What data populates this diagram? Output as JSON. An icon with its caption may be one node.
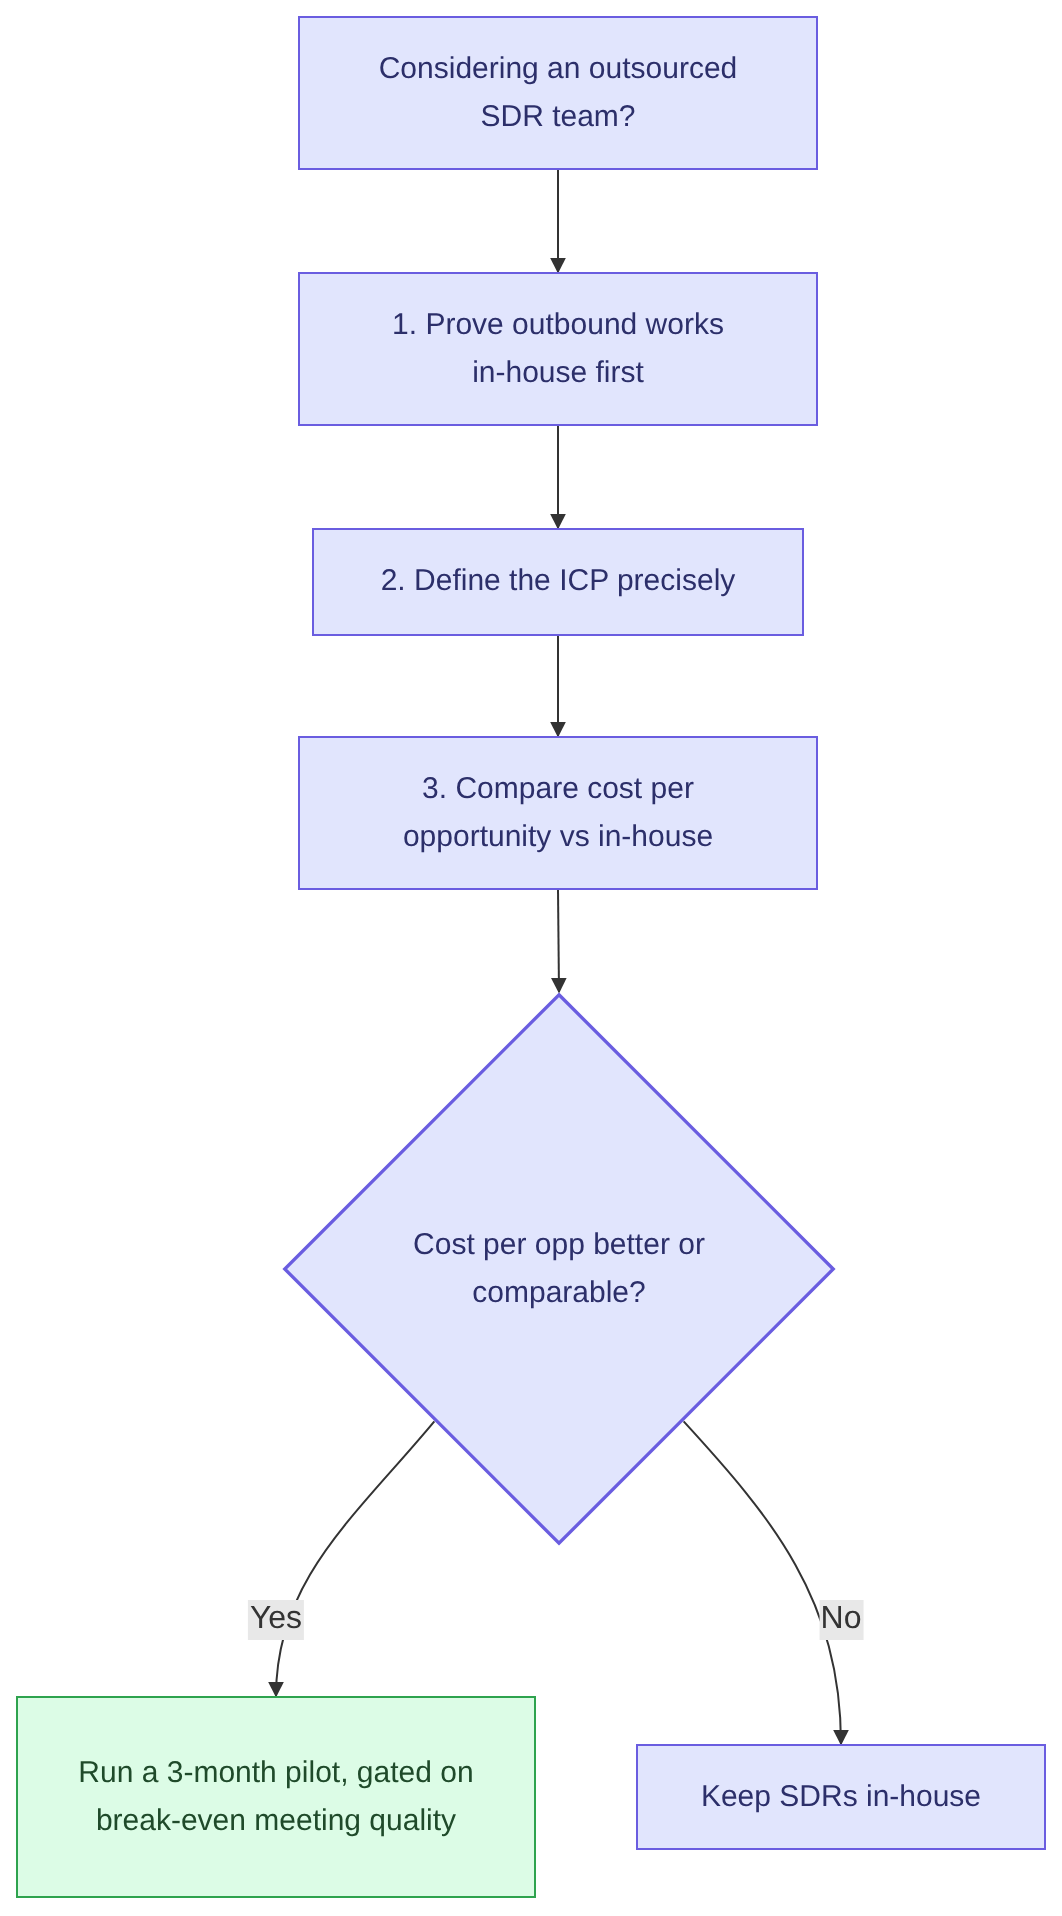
{
  "diagram": {
    "nodes": [
      {
        "text": [
          "Considering an outsourced SDR team?"
        ]
      },
      {
        "text": [
          "1. Prove outbound works in-house first"
        ]
      },
      {
        "text": [
          "2. Define the ICP precisely"
        ]
      },
      {
        "text": [
          "3. Compare cost per opportunity vs in-house"
        ]
      },
      {
        "text": [
          "Cost per opp better or comparable?"
        ]
      },
      {
        "text": [
          "Run a 3-month pilot, gated on break-even meeting quality"
        ]
      },
      {
        "text": [
          "Keep SDRs in-house"
        ]
      }
    ],
    "edges": [
      {
        "from": 0,
        "to": 1,
        "arrow": "to"
      },
      {
        "from": 1,
        "to": 2,
        "arrow": "to"
      },
      {
        "from": 2,
        "to": 3,
        "arrow": "to"
      },
      {
        "from": 3,
        "to": 4,
        "arrow": "to"
      },
      {
        "from": 4,
        "to": 5,
        "arrow": "to",
        "label": "Yes"
      },
      {
        "from": 4,
        "to": 6,
        "arrow": "to",
        "label": "No"
      }
    ]
  }
}
